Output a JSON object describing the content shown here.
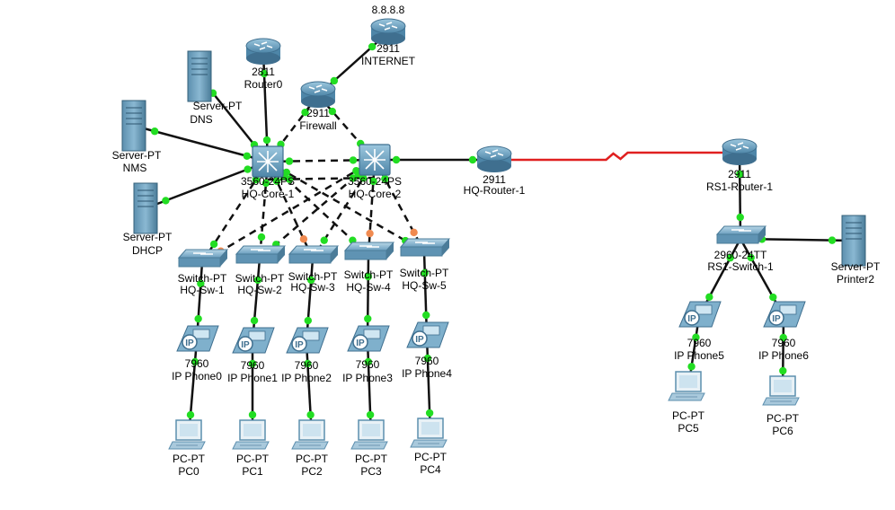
{
  "colors": {
    "link": "#111111",
    "serial_link": "#e02020",
    "port_up": "#22dd22",
    "port_wait": "#f08a50",
    "device_blue": "#6fa8c8",
    "device_dark": "#3f6f8f"
  },
  "devices": [
    {
      "id": "internet",
      "kind": "router",
      "model": "2911",
      "name": "INTERNET",
      "extra": "8.8.8.8"
    },
    {
      "id": "router0",
      "kind": "router",
      "model": "2811",
      "name": "Router0"
    },
    {
      "id": "firewall",
      "kind": "router",
      "model": "2911",
      "name": "Firewall"
    },
    {
      "id": "hqcore1",
      "kind": "l3switch",
      "model": "3560-24PS",
      "name": "HQ-Core-1"
    },
    {
      "id": "hqcore2",
      "kind": "l3switch",
      "model": "3560-24PS",
      "name": "HQ-Core-2"
    },
    {
      "id": "hqrouter1",
      "kind": "router",
      "model": "2911",
      "name": "HQ-Router-1"
    },
    {
      "id": "rs1router1",
      "kind": "router",
      "model": "2911",
      "name": "RS1-Router-1"
    },
    {
      "id": "dns",
      "kind": "server",
      "model": "Server-PT",
      "name": "DNS"
    },
    {
      "id": "nms",
      "kind": "server",
      "model": "Server-PT",
      "name": "NMS"
    },
    {
      "id": "dhcp",
      "kind": "server",
      "model": "Server-PT",
      "name": "DHCP"
    },
    {
      "id": "printer2",
      "kind": "server",
      "model": "Server-PT",
      "name": "Printer2"
    },
    {
      "id": "hqsw1",
      "kind": "switch",
      "model": "Switch-PT",
      "name": "HQ-Sw-1"
    },
    {
      "id": "hqsw2",
      "kind": "switch",
      "model": "Switch-PT",
      "name": "HQ-Sw-2"
    },
    {
      "id": "hqsw3",
      "kind": "switch",
      "model": "Switch-PT",
      "name": "HQ-Sw-3"
    },
    {
      "id": "hqsw4",
      "kind": "switch",
      "model": "Switch-PT",
      "name": "HQ-Sw-4"
    },
    {
      "id": "hqsw5",
      "kind": "switch",
      "model": "Switch-PT",
      "name": "HQ-Sw-5"
    },
    {
      "id": "rs1sw1",
      "kind": "switch",
      "model": "2960-24TT",
      "name": "RS1-Switch-1"
    },
    {
      "id": "phone0",
      "kind": "phone",
      "model": "7960",
      "name": "IP Phone0"
    },
    {
      "id": "phone1",
      "kind": "phone",
      "model": "7960",
      "name": "IP Phone1"
    },
    {
      "id": "phone2",
      "kind": "phone",
      "model": "7960",
      "name": "IP Phone2"
    },
    {
      "id": "phone3",
      "kind": "phone",
      "model": "7960",
      "name": "IP Phone3"
    },
    {
      "id": "phone4",
      "kind": "phone",
      "model": "7960",
      "name": "IP Phone4"
    },
    {
      "id": "phone5",
      "kind": "phone",
      "model": "7960",
      "name": "IP Phone5"
    },
    {
      "id": "phone6",
      "kind": "phone",
      "model": "7960",
      "name": "IP Phone6"
    },
    {
      "id": "pc0",
      "kind": "pc",
      "model": "PC-PT",
      "name": "PC0"
    },
    {
      "id": "pc1",
      "kind": "pc",
      "model": "PC-PT",
      "name": "PC1"
    },
    {
      "id": "pc2",
      "kind": "pc",
      "model": "PC-PT",
      "name": "PC2"
    },
    {
      "id": "pc3",
      "kind": "pc",
      "model": "PC-PT",
      "name": "PC3"
    },
    {
      "id": "pc4",
      "kind": "pc",
      "model": "PC-PT",
      "name": "PC4"
    },
    {
      "id": "pc5",
      "kind": "pc",
      "model": "PC-PT",
      "name": "PC5"
    },
    {
      "id": "pc6",
      "kind": "pc",
      "model": "PC-PT",
      "name": "PC6"
    }
  ],
  "links": [
    {
      "from": "internet",
      "to": "firewall",
      "style": "solid",
      "ends": [
        "up",
        "up"
      ]
    },
    {
      "from": "router0",
      "to": "hqcore1",
      "style": "solid",
      "ends": [
        "up",
        "up"
      ]
    },
    {
      "from": "firewall",
      "to": "hqcore1",
      "style": "dashed",
      "ends": [
        "up",
        "up"
      ]
    },
    {
      "from": "firewall",
      "to": "hqcore2",
      "style": "dashed",
      "ends": [
        "up",
        "up"
      ]
    },
    {
      "from": "dns",
      "to": "hqcore1",
      "style": "solid",
      "ends": [
        "up",
        "up"
      ]
    },
    {
      "from": "nms",
      "to": "hqcore1",
      "style": "solid",
      "ends": [
        "up",
        "up"
      ]
    },
    {
      "from": "dhcp",
      "to": "hqcore1",
      "style": "solid",
      "ends": [
        "up",
        "up"
      ]
    },
    {
      "from": "hqcore1",
      "to": "hqcore2",
      "style": "dashed",
      "ends": [
        "up",
        "up"
      ]
    },
    {
      "from": "hqcore1",
      "to": "hqcore2",
      "style": "dashed",
      "offset": 20,
      "ends": [
        "up",
        "up"
      ]
    },
    {
      "from": "hqcore2",
      "to": "hqrouter1",
      "style": "solid",
      "ends": [
        "up",
        "up"
      ]
    },
    {
      "from": "hqrouter1",
      "to": "rs1router1",
      "style": "serial",
      "ends": [
        "none",
        "none"
      ]
    },
    {
      "from": "hqcore1",
      "to": "hqsw1",
      "style": "dashed",
      "ends": [
        "up",
        "up"
      ]
    },
    {
      "from": "hqcore1",
      "to": "hqsw2",
      "style": "dashed",
      "ends": [
        "up",
        "up"
      ]
    },
    {
      "from": "hqcore1",
      "to": "hqsw3",
      "style": "dashed",
      "ends": [
        "up",
        "wait"
      ]
    },
    {
      "from": "hqcore1",
      "to": "hqsw4",
      "style": "dashed",
      "ends": [
        "up",
        "up"
      ]
    },
    {
      "from": "hqcore1",
      "to": "hqsw5",
      "style": "dashed",
      "ends": [
        "up",
        "up"
      ]
    },
    {
      "from": "hqcore2",
      "to": "hqsw1",
      "style": "dashed",
      "ends": [
        "up",
        "wait"
      ]
    },
    {
      "from": "hqcore2",
      "to": "hqsw2",
      "style": "dashed",
      "ends": [
        "up",
        "up"
      ]
    },
    {
      "from": "hqcore2",
      "to": "hqsw3",
      "style": "dashed",
      "ends": [
        "up",
        "up"
      ]
    },
    {
      "from": "hqcore2",
      "to": "hqsw4",
      "style": "dashed",
      "ends": [
        "up",
        "wait"
      ]
    },
    {
      "from": "hqcore2",
      "to": "hqsw5",
      "style": "dashed",
      "ends": [
        "up",
        "wait"
      ]
    },
    {
      "from": "hqsw1",
      "to": "phone0",
      "style": "solid",
      "ends": [
        "up",
        "up"
      ]
    },
    {
      "from": "hqsw2",
      "to": "phone1",
      "style": "solid",
      "ends": [
        "up",
        "up"
      ]
    },
    {
      "from": "hqsw3",
      "to": "phone2",
      "style": "solid",
      "ends": [
        "up",
        "up"
      ]
    },
    {
      "from": "hqsw4",
      "to": "phone3",
      "style": "solid",
      "ends": [
        "up",
        "up"
      ]
    },
    {
      "from": "hqsw5",
      "to": "phone4",
      "style": "solid",
      "ends": [
        "up",
        "up"
      ]
    },
    {
      "from": "phone0",
      "to": "pc0",
      "style": "solid",
      "ends": [
        "up",
        "up"
      ]
    },
    {
      "from": "phone1",
      "to": "pc1",
      "style": "solid",
      "ends": [
        "up",
        "up"
      ]
    },
    {
      "from": "phone2",
      "to": "pc2",
      "style": "solid",
      "ends": [
        "up",
        "up"
      ]
    },
    {
      "from": "phone3",
      "to": "pc3",
      "style": "solid",
      "ends": [
        "up",
        "up"
      ]
    },
    {
      "from": "phone4",
      "to": "pc4",
      "style": "solid",
      "ends": [
        "up",
        "up"
      ]
    },
    {
      "from": "rs1router1",
      "to": "rs1sw1",
      "style": "solid",
      "ends": [
        "up",
        "up"
      ]
    },
    {
      "from": "rs1sw1",
      "to": "printer2",
      "style": "solid",
      "ends": [
        "up",
        "up"
      ]
    },
    {
      "from": "rs1sw1",
      "to": "phone5",
      "style": "solid",
      "ends": [
        "up",
        "up"
      ]
    },
    {
      "from": "rs1sw1",
      "to": "phone6",
      "style": "solid",
      "ends": [
        "up",
        "up"
      ]
    },
    {
      "from": "phone5",
      "to": "pc5",
      "style": "solid",
      "ends": [
        "up",
        "up"
      ]
    },
    {
      "from": "phone6",
      "to": "pc6",
      "style": "solid",
      "ends": [
        "up",
        "up"
      ]
    }
  ]
}
